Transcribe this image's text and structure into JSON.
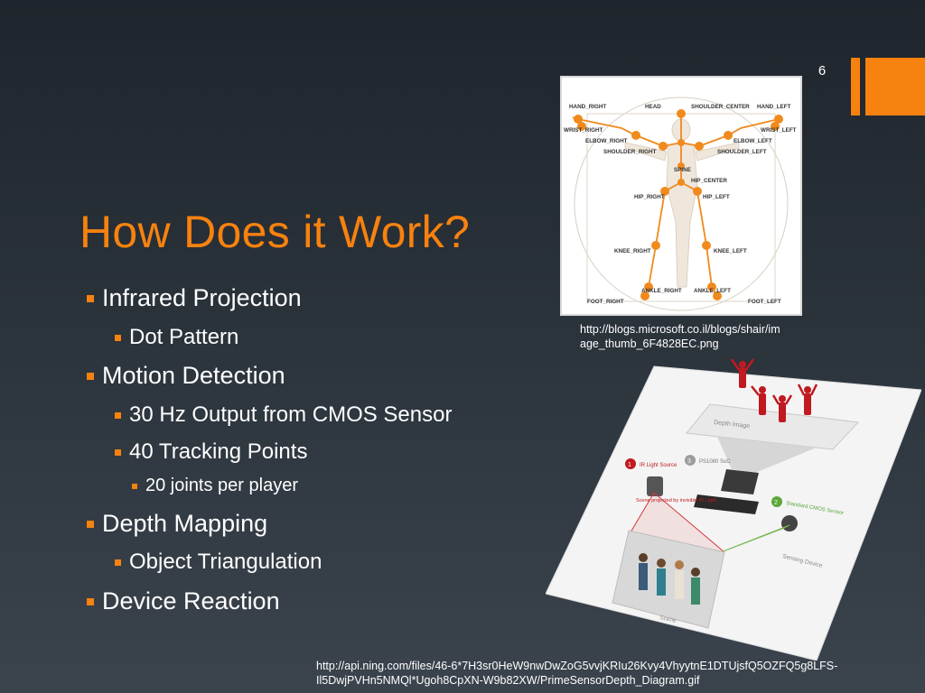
{
  "slide": {
    "number": "6",
    "title": "How Does it Work?"
  },
  "bullets": [
    {
      "level": 1,
      "text": "Infrared Projection"
    },
    {
      "level": 2,
      "text": "Dot Pattern"
    },
    {
      "level": 1,
      "text": "Motion Detection"
    },
    {
      "level": 2,
      "text": "30 Hz Output from CMOS Sensor"
    },
    {
      "level": 2,
      "text": "40 Tracking Points"
    },
    {
      "level": 3,
      "text": "20 joints per player"
    },
    {
      "level": 1,
      "text": "Depth Mapping"
    },
    {
      "level": 2,
      "text": "Object Triangulation"
    },
    {
      "level": 1,
      "text": "Device Reaction"
    }
  ],
  "skeleton": {
    "labels": {
      "hand_right": "HAND_RIGHT",
      "head": "HEAD",
      "shoulder_center": "SHOULDER_CENTER",
      "hand_left": "HAND_LEFT",
      "wrist_right": "WRIST_RIGHT",
      "wrist_left": "WRIST_LEFT",
      "elbow_right": "ELBOW_RIGHT",
      "elbow_left": "ELBOW_LEFT",
      "shoulder_right": "SHOULDER_RIGHT",
      "shoulder_left": "SHOULDER_LEFT",
      "spine": "SPINE",
      "hip_center": "HIP_CENTER",
      "hip_right": "HIP_RIGHT",
      "hip_left": "HIP_LEFT",
      "knee_right": "KNEE_RIGHT",
      "knee_left": "KNEE_LEFT",
      "ankle_right": "ANKLE_RIGHT",
      "ankle_left": "ANKLE_LEFT",
      "foot_right": "FOOT_RIGHT",
      "foot_left": "FOOT_LEFT"
    },
    "joint_color": "#f08a1c"
  },
  "captions": {
    "skeleton_source_line1": "http://blogs.microsoft.co.il/blogs/shair/im",
    "skeleton_source_line2": "age_thumb_6F4828EC.png",
    "diagram_source_line1": "http://api.ning.com/files/46-6*7H3sr0HeW9nwDwZoG5vvjKRIu26Kvy4VhyytnE1DTUjsfQ5OZFQ5g8LFS-",
    "diagram_source_line2": "Il5DwjPVHn5NMQl*Ugoh8CpXN-W9b82XW/PrimeSensorDepth_Diagram.gif"
  },
  "depth_diagram": {
    "depth_image": "Depth Image",
    "soc": "PS1080 SoC",
    "soc_step": "3",
    "ir_source": "IR Light Source",
    "ir_step": "1",
    "cmos": "Standard CMOS Sensor",
    "cmos_step": "2",
    "scene_projected": "Scene projected by invisible IR Light",
    "sensing_device": "Sensing Device",
    "scene": "Scene"
  },
  "colors": {
    "accent": "#f7820f",
    "background": "#262d34"
  }
}
